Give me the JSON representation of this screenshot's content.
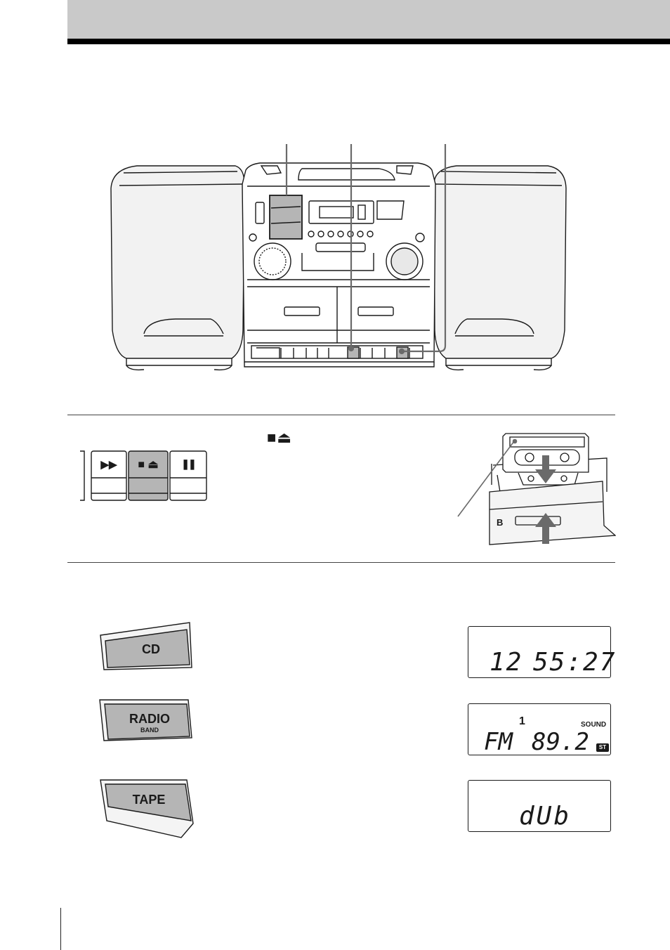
{
  "header": {
    "title": ""
  },
  "buttons": {
    "fast_forward_symbol": "▶▶",
    "stop_eject_symbol": "■ ⏏",
    "pause_symbol": "❚❚",
    "stop_eject_caption": "■⏏"
  },
  "cassette": {
    "side_label": "B"
  },
  "function_buttons": {
    "cd": "CD",
    "radio": "RADIO",
    "radio_sub": "BAND",
    "tape": "TAPE"
  },
  "displays": {
    "cd": {
      "track": "12",
      "time": "55:27"
    },
    "radio": {
      "preset": "1",
      "sound_label": "SOUND",
      "band": "FM",
      "frequency": "89.2",
      "stereo_badge": "ST"
    },
    "tape": {
      "text": "dUb"
    }
  },
  "colors": {
    "highlight_gray": "#b5b5b5",
    "band_gray": "#c9c9c9",
    "line": "#1a1a1a",
    "callout": "#6a6a6a"
  }
}
